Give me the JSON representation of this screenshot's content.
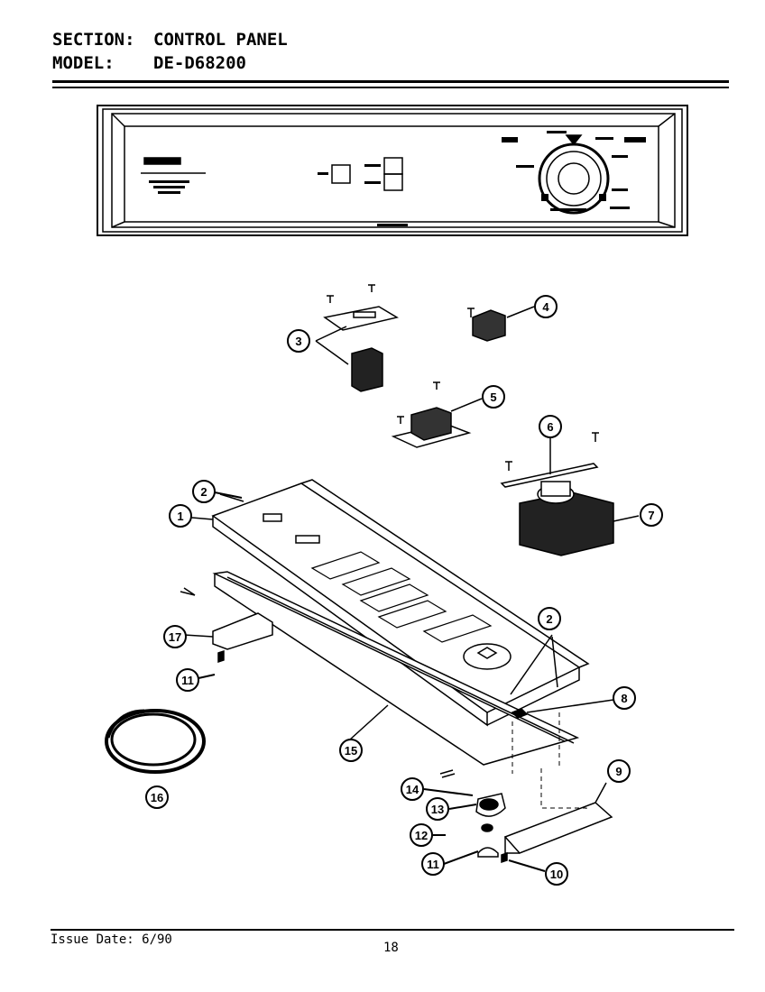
{
  "header": {
    "section_label": "SECTION:",
    "section_value": "CONTROL PANEL",
    "model_label": "MODEL:",
    "model_value": "DE-D68200"
  },
  "footer": {
    "issue_date": "Issue Date: 6/90",
    "page_number": "18"
  },
  "callouts": [
    "1",
    "2",
    "3",
    "4",
    "5",
    "6",
    "7",
    "8",
    "9",
    "10",
    "11",
    "12",
    "13",
    "14",
    "15",
    "16",
    "17"
  ],
  "colors": {
    "ink": "#000000",
    "paper": "#ffffff"
  }
}
